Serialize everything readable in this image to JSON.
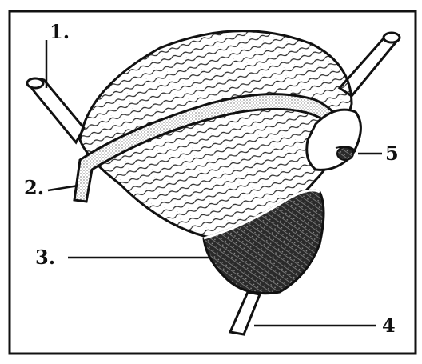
{
  "diagram": {
    "labels": [
      {
        "id": "1",
        "text": "1."
      },
      {
        "id": "2",
        "text": "2."
      },
      {
        "id": "3",
        "text": "3."
      },
      {
        "id": "4",
        "text": "4"
      },
      {
        "id": "5",
        "text": "5"
      }
    ]
  }
}
